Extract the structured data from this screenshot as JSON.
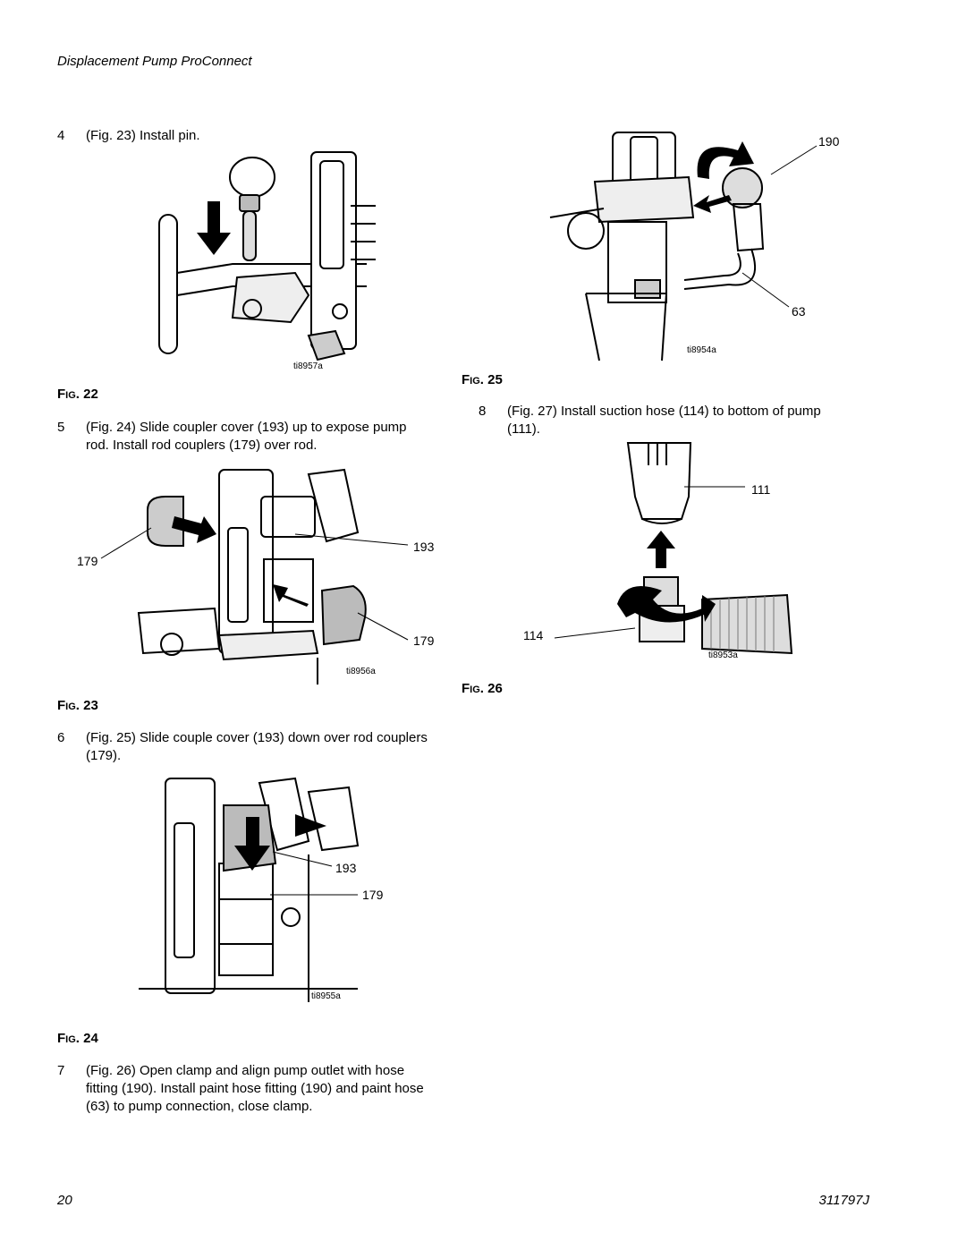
{
  "header": {
    "title": "Displacement Pump ProConnect"
  },
  "steps": [
    {
      "num": "4",
      "lines": [
        "(Fig. 23) Install pin."
      ]
    },
    {
      "num": "5",
      "lines": [
        "(Fig. 24) Slide coupler cover (193) up to expose pump",
        "rod. Install rod couplers (179) over rod."
      ]
    },
    {
      "num": "6",
      "lines": [
        "(Fig. 25) Slide couple cover (193) down over rod couplers",
        "(179)."
      ]
    },
    {
      "num": "7",
      "lines": [
        "(Fig. 26) Open clamp and align pump outlet with hose",
        "fitting (190). Install paint hose fitting (190) and paint hose",
        "(63) to pump connection, close clamp."
      ]
    },
    {
      "num": "8",
      "lines": [
        "(Fig. 27) Install suction hose (114) to bottom of pump",
        "(111)."
      ]
    }
  ],
  "figures": {
    "fig22": {
      "label_prefix": "F",
      "label_smallcaps": "IG",
      "label_num": ". 22",
      "image_id": "ti8957a"
    },
    "fig23": {
      "label_prefix": "F",
      "label_smallcaps": "IG",
      "label_num": ". 23",
      "image_id": "ti8956a",
      "callouts": [
        "179",
        "193",
        "179"
      ]
    },
    "fig24": {
      "label_prefix": "F",
      "label_smallcaps": "IG",
      "label_num": ". 24",
      "image_id": "ti8955a",
      "callouts": [
        "193",
        "179"
      ]
    },
    "fig25": {
      "label_prefix": "F",
      "label_smallcaps": "IG",
      "label_num": ". 25",
      "image_id": "ti8954a",
      "callouts": [
        "190",
        "63"
      ]
    },
    "fig26": {
      "label_prefix": "F",
      "label_smallcaps": "IG",
      "label_num": ". 26",
      "image_id": "ti8953a",
      "callouts": [
        "111",
        "114"
      ]
    }
  },
  "footer": {
    "page": "20",
    "doc_id": "311797J"
  }
}
